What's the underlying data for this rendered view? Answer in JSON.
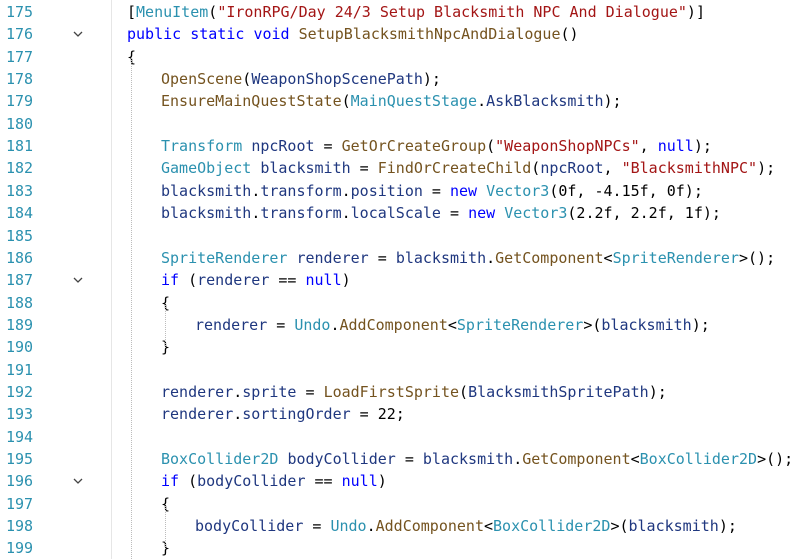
{
  "editor": {
    "lines": [
      {
        "number": "175",
        "fold": "",
        "indent": 0,
        "tokens": [
          [
            "p",
            "["
          ],
          [
            "at",
            "MenuItem"
          ],
          [
            "p",
            "("
          ],
          [
            "st",
            "\"IronRPG/Day 24/3 Setup Blacksmith NPC And Dialogue\""
          ],
          [
            "p",
            ")]"
          ]
        ]
      },
      {
        "number": "176",
        "fold": "chevron-down",
        "indent": 0,
        "tokens": [
          [
            "kw",
            "public"
          ],
          [
            "p",
            " "
          ],
          [
            "kw",
            "static"
          ],
          [
            "p",
            " "
          ],
          [
            "kw",
            "void"
          ],
          [
            "p",
            " "
          ],
          [
            "fn",
            "SetupBlacksmithNpcAndDialogue"
          ],
          [
            "p",
            "()"
          ]
        ]
      },
      {
        "number": "177",
        "fold": "",
        "indent": 0,
        "tokens": [
          [
            "p",
            "{"
          ]
        ]
      },
      {
        "number": "178",
        "fold": "",
        "indent": 1,
        "tokens": [
          [
            "fn",
            "OpenScene"
          ],
          [
            "p",
            "("
          ],
          [
            "vr",
            "WeaponShopScenePath"
          ],
          [
            "p",
            ");"
          ]
        ]
      },
      {
        "number": "179",
        "fold": "",
        "indent": 1,
        "tokens": [
          [
            "fn",
            "EnsureMainQuestState"
          ],
          [
            "p",
            "("
          ],
          [
            "ty",
            "MainQuestStage"
          ],
          [
            "p",
            "."
          ],
          [
            "vr",
            "AskBlacksmith"
          ],
          [
            "p",
            ");"
          ]
        ]
      },
      {
        "number": "180",
        "fold": "",
        "indent": 1,
        "tokens": []
      },
      {
        "number": "181",
        "fold": "",
        "indent": 1,
        "tokens": [
          [
            "ty",
            "Transform"
          ],
          [
            "p",
            " "
          ],
          [
            "vr",
            "npcRoot"
          ],
          [
            "p",
            " = "
          ],
          [
            "fn",
            "GetOrCreateGroup"
          ],
          [
            "p",
            "("
          ],
          [
            "st",
            "\"WeaponShopNPCs\""
          ],
          [
            "p",
            ", "
          ],
          [
            "kw",
            "null"
          ],
          [
            "p",
            ");"
          ]
        ]
      },
      {
        "number": "182",
        "fold": "",
        "indent": 1,
        "tokens": [
          [
            "ty",
            "GameObject"
          ],
          [
            "p",
            " "
          ],
          [
            "vr",
            "blacksmith"
          ],
          [
            "p",
            " = "
          ],
          [
            "fn",
            "FindOrCreateChild"
          ],
          [
            "p",
            "("
          ],
          [
            "vr",
            "npcRoot"
          ],
          [
            "p",
            ", "
          ],
          [
            "st",
            "\"BlacksmithNPC\""
          ],
          [
            "p",
            ");"
          ]
        ]
      },
      {
        "number": "183",
        "fold": "",
        "indent": 1,
        "tokens": [
          [
            "vr",
            "blacksmith"
          ],
          [
            "p",
            "."
          ],
          [
            "vr",
            "transform"
          ],
          [
            "p",
            "."
          ],
          [
            "vr",
            "position"
          ],
          [
            "p",
            " = "
          ],
          [
            "kw",
            "new"
          ],
          [
            "p",
            " "
          ],
          [
            "ty",
            "Vector3"
          ],
          [
            "p",
            "(0f, -4.15f, 0f);"
          ]
        ]
      },
      {
        "number": "184",
        "fold": "",
        "indent": 1,
        "tokens": [
          [
            "vr",
            "blacksmith"
          ],
          [
            "p",
            "."
          ],
          [
            "vr",
            "transform"
          ],
          [
            "p",
            "."
          ],
          [
            "vr",
            "localScale"
          ],
          [
            "p",
            " = "
          ],
          [
            "kw",
            "new"
          ],
          [
            "p",
            " "
          ],
          [
            "ty",
            "Vector3"
          ],
          [
            "p",
            "(2.2f, 2.2f, 1f);"
          ]
        ]
      },
      {
        "number": "185",
        "fold": "",
        "indent": 1,
        "tokens": []
      },
      {
        "number": "186",
        "fold": "",
        "indent": 1,
        "tokens": [
          [
            "ty",
            "SpriteRenderer"
          ],
          [
            "p",
            " "
          ],
          [
            "vr",
            "renderer"
          ],
          [
            "p",
            " = "
          ],
          [
            "vr",
            "blacksmith"
          ],
          [
            "p",
            "."
          ],
          [
            "fn",
            "GetComponent"
          ],
          [
            "p",
            "<"
          ],
          [
            "ty",
            "SpriteRenderer"
          ],
          [
            "p",
            ">();"
          ]
        ]
      },
      {
        "number": "187",
        "fold": "chevron-down",
        "indent": 1,
        "tokens": [
          [
            "kw",
            "if"
          ],
          [
            "p",
            " ("
          ],
          [
            "vr",
            "renderer"
          ],
          [
            "p",
            " == "
          ],
          [
            "kw",
            "null"
          ],
          [
            "p",
            ")"
          ]
        ]
      },
      {
        "number": "188",
        "fold": "",
        "indent": 1,
        "tokens": [
          [
            "p",
            "{"
          ]
        ]
      },
      {
        "number": "189",
        "fold": "",
        "indent": 2,
        "tokens": [
          [
            "vr",
            "renderer"
          ],
          [
            "p",
            " = "
          ],
          [
            "ty",
            "Undo"
          ],
          [
            "p",
            "."
          ],
          [
            "fn",
            "AddComponent"
          ],
          [
            "p",
            "<"
          ],
          [
            "ty",
            "SpriteRenderer"
          ],
          [
            "p",
            ">("
          ],
          [
            "vr",
            "blacksmith"
          ],
          [
            "p",
            ");"
          ]
        ]
      },
      {
        "number": "190",
        "fold": "",
        "indent": 1,
        "tokens": [
          [
            "p",
            "}"
          ]
        ]
      },
      {
        "number": "191",
        "fold": "",
        "indent": 1,
        "tokens": []
      },
      {
        "number": "192",
        "fold": "",
        "indent": 1,
        "tokens": [
          [
            "vr",
            "renderer"
          ],
          [
            "p",
            "."
          ],
          [
            "vr",
            "sprite"
          ],
          [
            "p",
            " = "
          ],
          [
            "fn",
            "LoadFirstSprite"
          ],
          [
            "p",
            "("
          ],
          [
            "vr",
            "BlacksmithSpritePath"
          ],
          [
            "p",
            ");"
          ]
        ]
      },
      {
        "number": "193",
        "fold": "",
        "indent": 1,
        "tokens": [
          [
            "vr",
            "renderer"
          ],
          [
            "p",
            "."
          ],
          [
            "vr",
            "sortingOrder"
          ],
          [
            "p",
            " = 22;"
          ]
        ]
      },
      {
        "number": "194",
        "fold": "",
        "indent": 1,
        "tokens": []
      },
      {
        "number": "195",
        "fold": "",
        "indent": 1,
        "tokens": [
          [
            "ty",
            "BoxCollider2D"
          ],
          [
            "p",
            " "
          ],
          [
            "vr",
            "bodyCollider"
          ],
          [
            "p",
            " = "
          ],
          [
            "vr",
            "blacksmith"
          ],
          [
            "p",
            "."
          ],
          [
            "fn",
            "GetComponent"
          ],
          [
            "p",
            "<"
          ],
          [
            "ty",
            "BoxCollider2D"
          ],
          [
            "p",
            ">();"
          ]
        ]
      },
      {
        "number": "196",
        "fold": "chevron-down",
        "indent": 1,
        "tokens": [
          [
            "kw",
            "if"
          ],
          [
            "p",
            " ("
          ],
          [
            "vr",
            "bodyCollider"
          ],
          [
            "p",
            " == "
          ],
          [
            "kw",
            "null"
          ],
          [
            "p",
            ")"
          ]
        ]
      },
      {
        "number": "197",
        "fold": "",
        "indent": 1,
        "tokens": [
          [
            "p",
            "{"
          ]
        ]
      },
      {
        "number": "198",
        "fold": "",
        "indent": 2,
        "tokens": [
          [
            "vr",
            "bodyCollider"
          ],
          [
            "p",
            " = "
          ],
          [
            "ty",
            "Undo"
          ],
          [
            "p",
            "."
          ],
          [
            "fn",
            "AddComponent"
          ],
          [
            "p",
            "<"
          ],
          [
            "ty",
            "BoxCollider2D"
          ],
          [
            "p",
            ">("
          ],
          [
            "vr",
            "blacksmith"
          ],
          [
            "p",
            ");"
          ]
        ]
      },
      {
        "number": "199",
        "fold": "",
        "indent": 1,
        "tokens": [
          [
            "p",
            "}"
          ]
        ]
      }
    ]
  }
}
